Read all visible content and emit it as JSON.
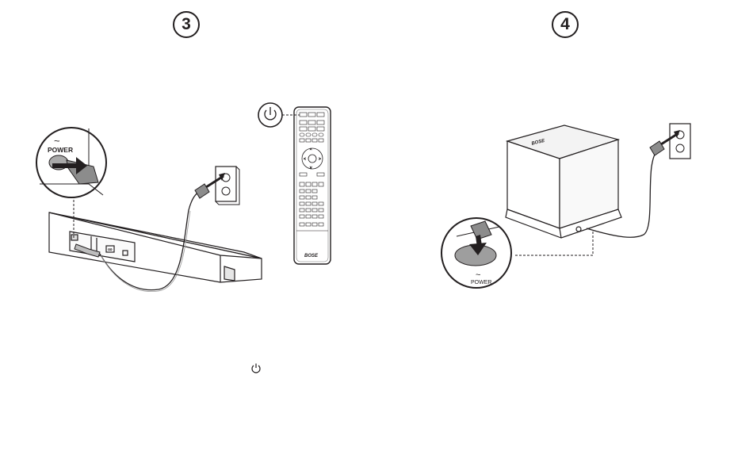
{
  "steps": {
    "left": {
      "number": "3"
    },
    "right": {
      "number": "4"
    }
  },
  "soundbar": {
    "tilde": "~",
    "power_label": "POWER"
  },
  "remote": {
    "brand": "BOSE"
  },
  "bass_module": {
    "brand": "BOSE",
    "tilde": "~",
    "power_label": "POWER"
  },
  "icons": {
    "power": "power-icon",
    "plug": "plug-icon",
    "outlet": "wall-outlet-icon"
  }
}
